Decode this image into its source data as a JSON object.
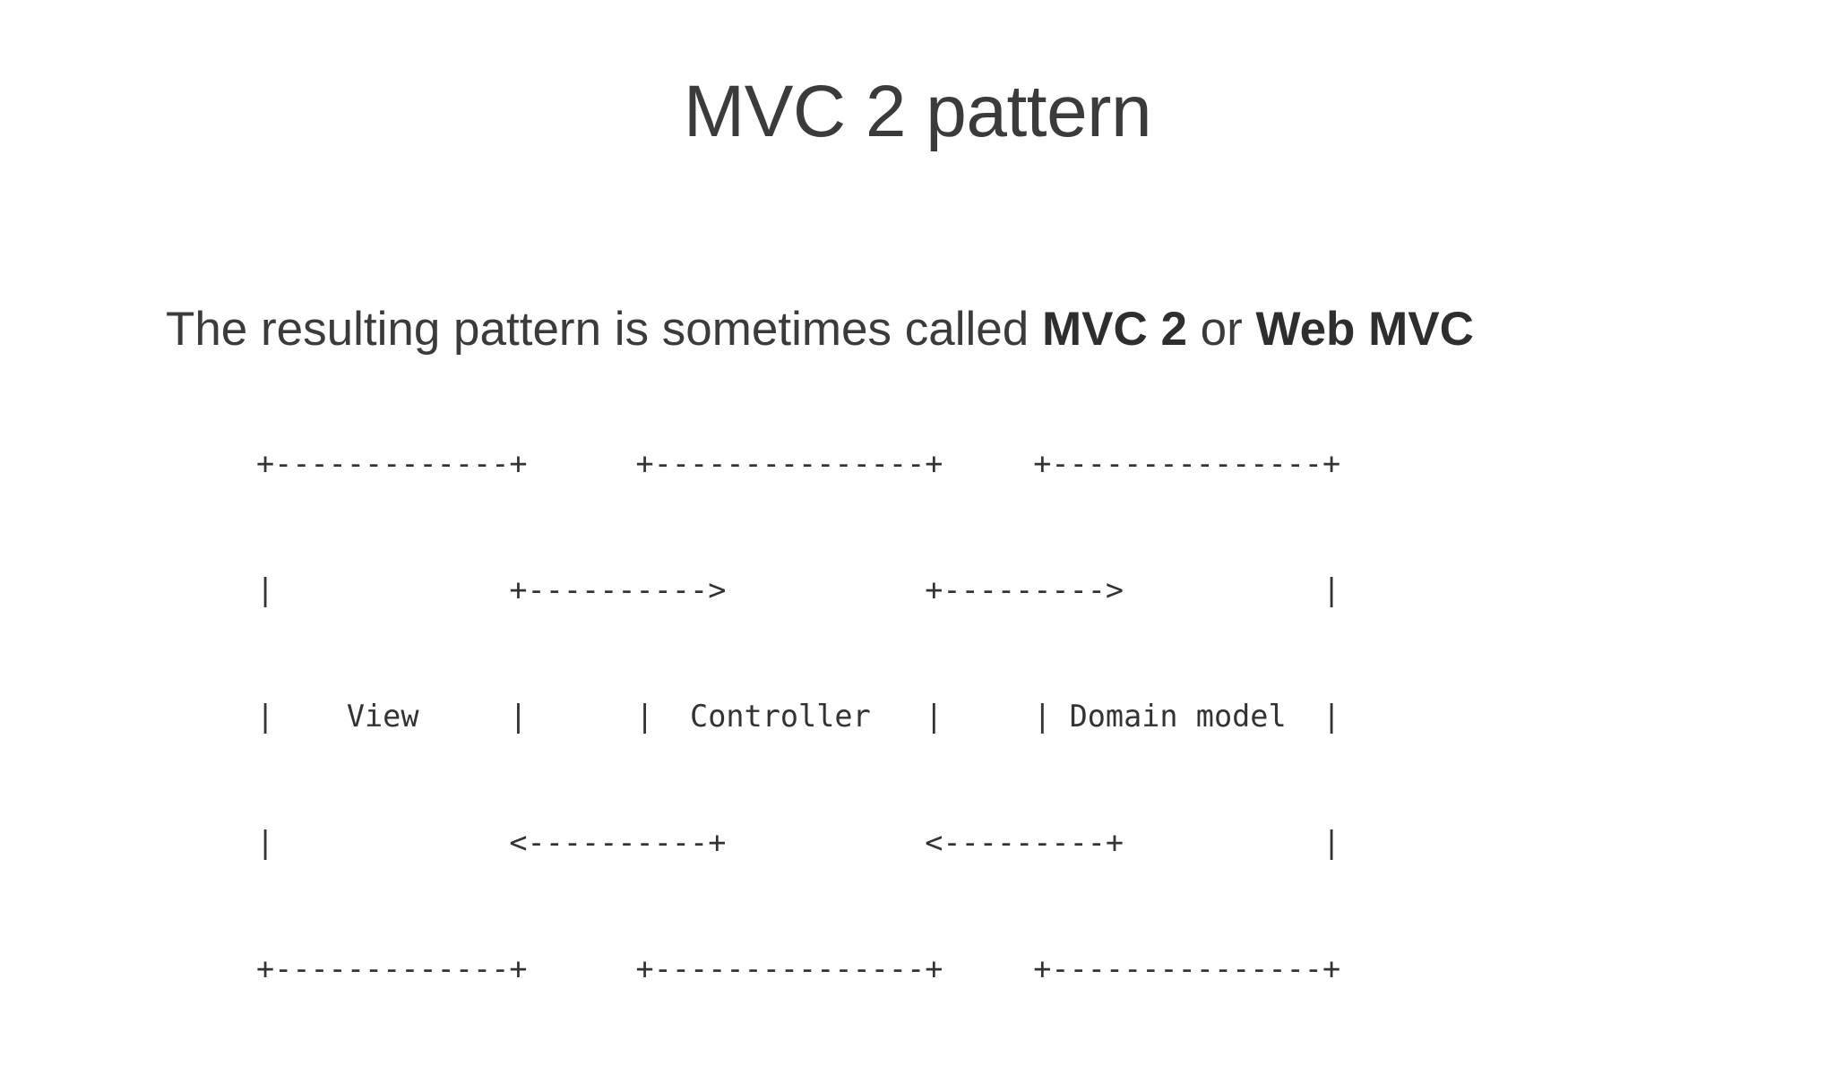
{
  "slide": {
    "title": "MVC 2 pattern",
    "subtitle": {
      "part1": "The resulting pattern is sometimes called ",
      "bold1": "MVC 2",
      "part2": " or ",
      "bold2": "Web MVC"
    },
    "background_color": "#ffffff",
    "text_color": "#3b3b3b",
    "diagram_color": "#333333"
  },
  "diagram": {
    "type": "ascii-art",
    "description": "Three-box MVC 2 flow diagram with bidirectional arrows",
    "boxes": [
      {
        "label": "View"
      },
      {
        "label": "Controller"
      },
      {
        "label": "Domain model"
      }
    ],
    "arrows": [
      {
        "from": "View",
        "to": "Controller",
        "glyph": "+---------->"
      },
      {
        "from": "Controller",
        "to": "View",
        "glyph": "<----------+"
      },
      {
        "from": "Controller",
        "to": "Domain model",
        "glyph": "+--------->"
      },
      {
        "from": "Domain model",
        "to": "Controller",
        "glyph": "<---------+"
      }
    ],
    "rows": [
      "+-------------+      +---------------+     +---------------+",
      "|             +---------->           +--------->           |",
      "|    View     |      |  Controller   |     | Domain model  |",
      "|             <----------+           <---------+           |",
      "+-------------+      +---------------+     +---------------+"
    ]
  }
}
